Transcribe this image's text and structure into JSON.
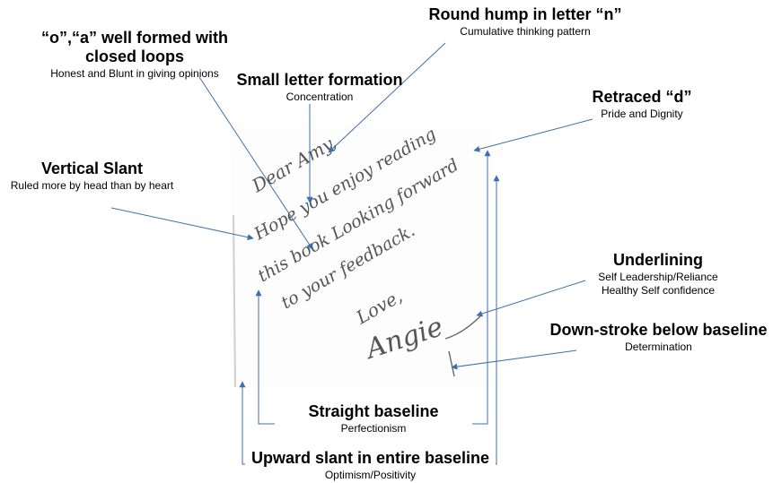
{
  "annotations": {
    "hump_n": {
      "title": "Round hump in letter “n”",
      "subtitle": "Cumulative thinking pattern"
    },
    "loops": {
      "title": "“o”,“a” well formed with closed loops",
      "subtitle": "Honest and Blunt in giving opinions"
    },
    "small_letters": {
      "title": "Small letter formation",
      "subtitle": "Concentration"
    },
    "retraced_d": {
      "title": "Retraced “d”",
      "subtitle": "Pride and Dignity"
    },
    "vertical_slant": {
      "title": "Vertical Slant",
      "subtitle": "Ruled more by head than by heart"
    },
    "underlining": {
      "title": "Underlining",
      "subtitle1": "Self Leadership/Reliance",
      "subtitle2": "Healthy Self confidence"
    },
    "down_stroke": {
      "title": "Down-stroke below baseline",
      "subtitle": "Determination"
    },
    "straight_baseline": {
      "title": "Straight baseline",
      "subtitle": "Perfectionism"
    },
    "upward_slant": {
      "title": "Upward slant in entire baseline",
      "subtitle": "Optimism/Positivity"
    }
  },
  "handwriting": {
    "line1": "Dear Amy,",
    "line2": "Hope you enjoy reading",
    "line3": "this book Looking forward",
    "line4": "to your feedback.",
    "line5": "Love,",
    "signature": "Angie"
  },
  "colors": {
    "arrow": "#3e6fae",
    "ink": "#555555"
  }
}
